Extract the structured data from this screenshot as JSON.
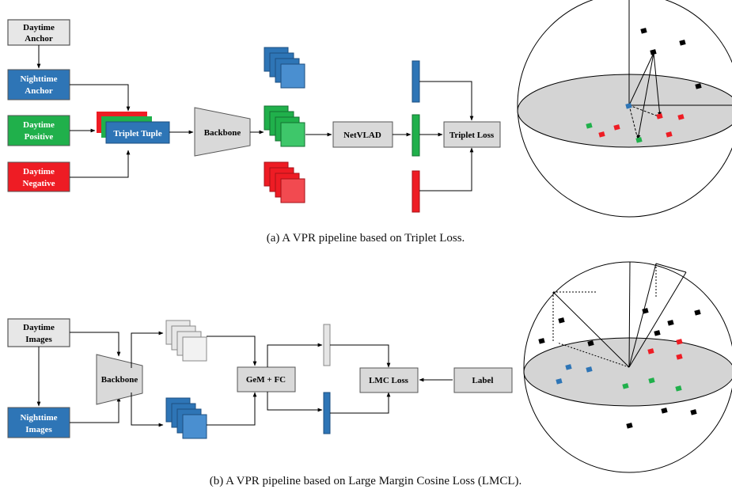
{
  "panel_a": {
    "caption": "(a) A VPR pipeline based on Triplet Loss.",
    "inputs": {
      "daytime_anchor": [
        "Daytime",
        "Anchor"
      ],
      "nighttime_anchor": [
        "Nighttime",
        "Anchor"
      ],
      "daytime_positive": [
        "Daytime",
        "Positive"
      ],
      "daytime_negative": [
        "Daytime",
        "Negative"
      ]
    },
    "triplet_tuple": "Triplet Tuple",
    "backbone": "Backbone",
    "netvlad": "NetVLAD",
    "loss": "Triplet Loss"
  },
  "panel_b": {
    "caption": "(b) A VPR pipeline based on Large Margin  Cosine Loss (LMCL).",
    "inputs": {
      "daytime_images": [
        "Daytime",
        "Images"
      ],
      "nighttime_images": [
        "Nighttime",
        "Images"
      ]
    },
    "backbone": "Backbone",
    "gem_fc": "GeM + FC",
    "loss": "LMC Loss",
    "label": "Label"
  },
  "colors": {
    "blue": "#2e75b6",
    "green": "#20b04b",
    "red": "#ee1c24",
    "gray_box": "#d9d9d9",
    "light_gray": "#e0e0e0",
    "black": "#000000"
  }
}
